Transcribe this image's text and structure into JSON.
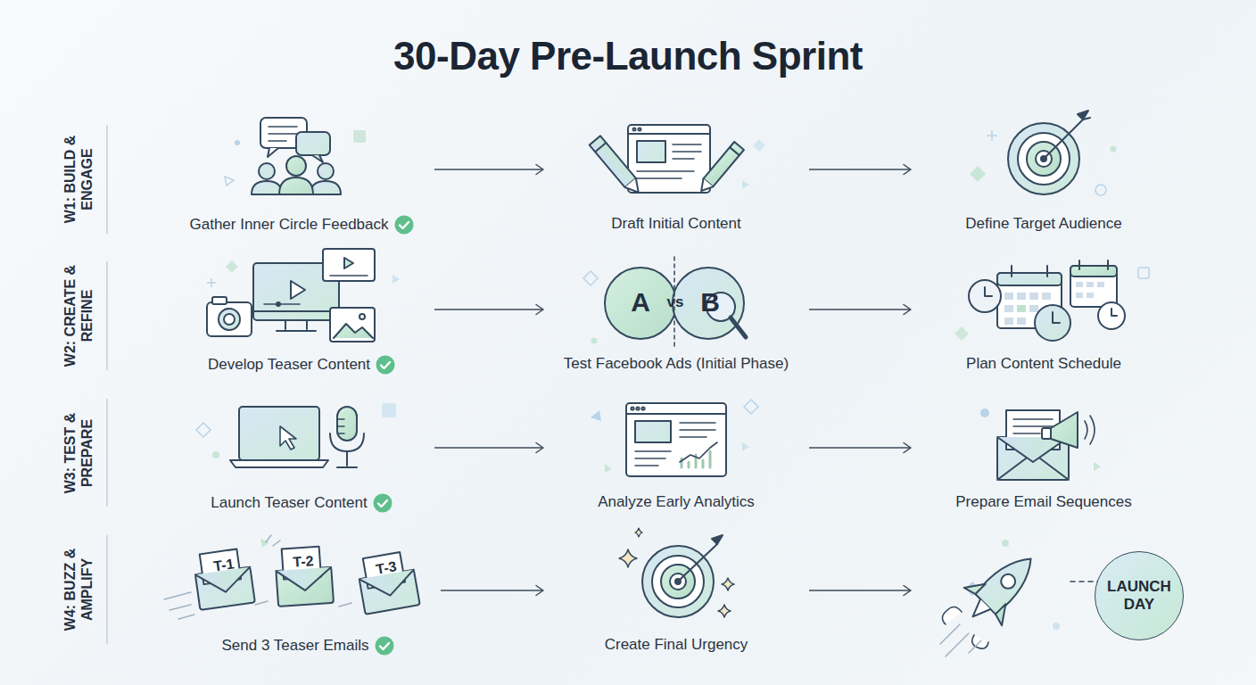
{
  "diagram": {
    "title": "30-Day Pre-Launch Sprint",
    "nodes": [
      {
        "text": [
          "Gather Inner Circle Feedback"
        ]
      },
      {
        "text": [
          "Draft Initial Content"
        ]
      },
      {
        "text": [
          "Define Target Audience"
        ]
      },
      {
        "text": [
          "Develop Teaser Content"
        ]
      },
      {
        "text": [
          "Test Facebook Ads (Initial Phase)"
        ]
      },
      {
        "text": [
          "Plan Content Schedule"
        ]
      },
      {
        "text": [
          "Launch Teaser Content"
        ]
      },
      {
        "text": [
          "Analyze Early Analytics"
        ]
      },
      {
        "text": [
          "Prepare Email Sequences"
        ]
      },
      {
        "text": [
          "Send 3 Teaser Emails"
        ]
      },
      {
        "text": [
          "Create Final Urgency"
        ]
      },
      {
        "text": [
          "LAUNCH DAY"
        ]
      }
    ],
    "edges": [
      {
        "from": 0,
        "to": 1,
        "arrow": "to"
      },
      {
        "from": 1,
        "to": 2,
        "arrow": "to"
      },
      {
        "from": 3,
        "to": 4,
        "arrow": "to"
      },
      {
        "from": 4,
        "to": 5,
        "arrow": "to"
      },
      {
        "from": 6,
        "to": 7,
        "arrow": "to"
      },
      {
        "from": 7,
        "to": 8,
        "arrow": "to"
      },
      {
        "from": 9,
        "to": 10,
        "arrow": "to"
      },
      {
        "from": 10,
        "to": 11,
        "arrow": "to"
      }
    ],
    "labels": [
      "W1: BUILD & ENGAGE",
      "W2: CREATE & REFINE",
      "W3: TEST & PREPARE",
      "W4: BUZZ & AMPLIFY",
      "A",
      "vs",
      "B",
      "T-1",
      "T-2",
      "T-3"
    ]
  }
}
